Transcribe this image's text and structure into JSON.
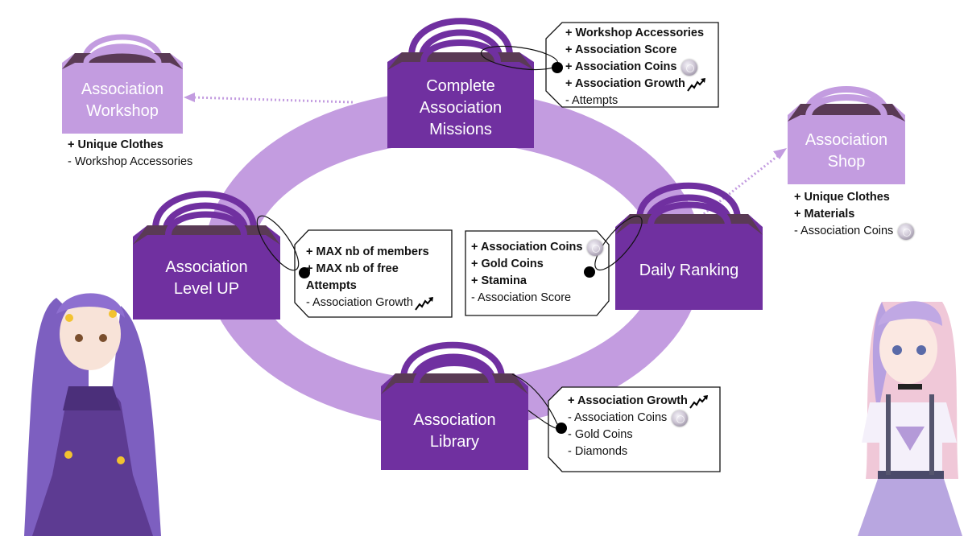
{
  "colors": {
    "ring": "#c39ce0",
    "bag_dark": "#7030a0",
    "bag_light": "#c39ce0",
    "bag_top": "#5a3a55",
    "arrow": "#c39ce0",
    "text": "#111111"
  },
  "bags": {
    "missions": {
      "label": "Complete\nAssociation\nMissions"
    },
    "workshop": {
      "label": "Association\nWorkshop"
    },
    "shop": {
      "label": "Association\nShop"
    },
    "level_up": {
      "label": "Association\nLevel UP"
    },
    "daily_ranking": {
      "label": "Daily Ranking"
    },
    "library": {
      "label": "Association\nLibrary"
    }
  },
  "tags": {
    "missions": {
      "lines": [
        {
          "text": "+ Workshop Accessories",
          "bold": true,
          "icon": ""
        },
        {
          "text": "+ Association Score",
          "bold": true,
          "icon": ""
        },
        {
          "text": "+ Association Coins",
          "bold": true,
          "icon": "coin-icon"
        },
        {
          "text": "+ Association Growth",
          "bold": true,
          "icon": "growth-icon"
        },
        {
          "text": "- Attempts",
          "bold": false,
          "icon": ""
        }
      ]
    },
    "level_up": {
      "lines": [
        {
          "text": "+ MAX nb of members",
          "bold": true,
          "icon": ""
        },
        {
          "text": "+ MAX nb of free",
          "bold": true,
          "icon": ""
        },
        {
          "text": "Attempts",
          "bold": true,
          "icon": ""
        },
        {
          "text": "- Association Growth",
          "bold": false,
          "icon": "growth-icon"
        }
      ]
    },
    "daily_ranking": {
      "lines": [
        {
          "text": "+  Association Coins",
          "bold": true,
          "icon": "coin-icon"
        },
        {
          "text": "+ Gold Coins",
          "bold": true,
          "icon": ""
        },
        {
          "text": "+ Stamina",
          "bold": true,
          "icon": ""
        },
        {
          "text": "- Association Score",
          "bold": false,
          "icon": ""
        }
      ]
    },
    "library": {
      "lines": [
        {
          "text": "+ Association Growth",
          "bold": true,
          "icon": "growth-icon"
        },
        {
          "text": "- Association Coins",
          "bold": false,
          "icon": "coin-icon"
        },
        {
          "text": "- Gold Coins",
          "bold": false,
          "icon": ""
        },
        {
          "text": "- Diamonds",
          "bold": false,
          "icon": ""
        }
      ]
    }
  },
  "lists": {
    "workshop": {
      "lines": [
        {
          "text": "+  Unique Clothes",
          "bold": true,
          "icon": ""
        },
        {
          "text": "- Workshop Accessories",
          "bold": false,
          "icon": ""
        }
      ]
    },
    "shop": {
      "lines": [
        {
          "text": "+ Unique Clothes",
          "bold": true,
          "icon": ""
        },
        {
          "text": "+ Materials",
          "bold": true,
          "icon": ""
        },
        {
          "text": "- Association Coins",
          "bold": false,
          "icon": "coin-icon"
        }
      ]
    }
  },
  "characters": {
    "left": {
      "name": "purple-dress-character"
    },
    "right": {
      "name": "pastel-character"
    }
  }
}
